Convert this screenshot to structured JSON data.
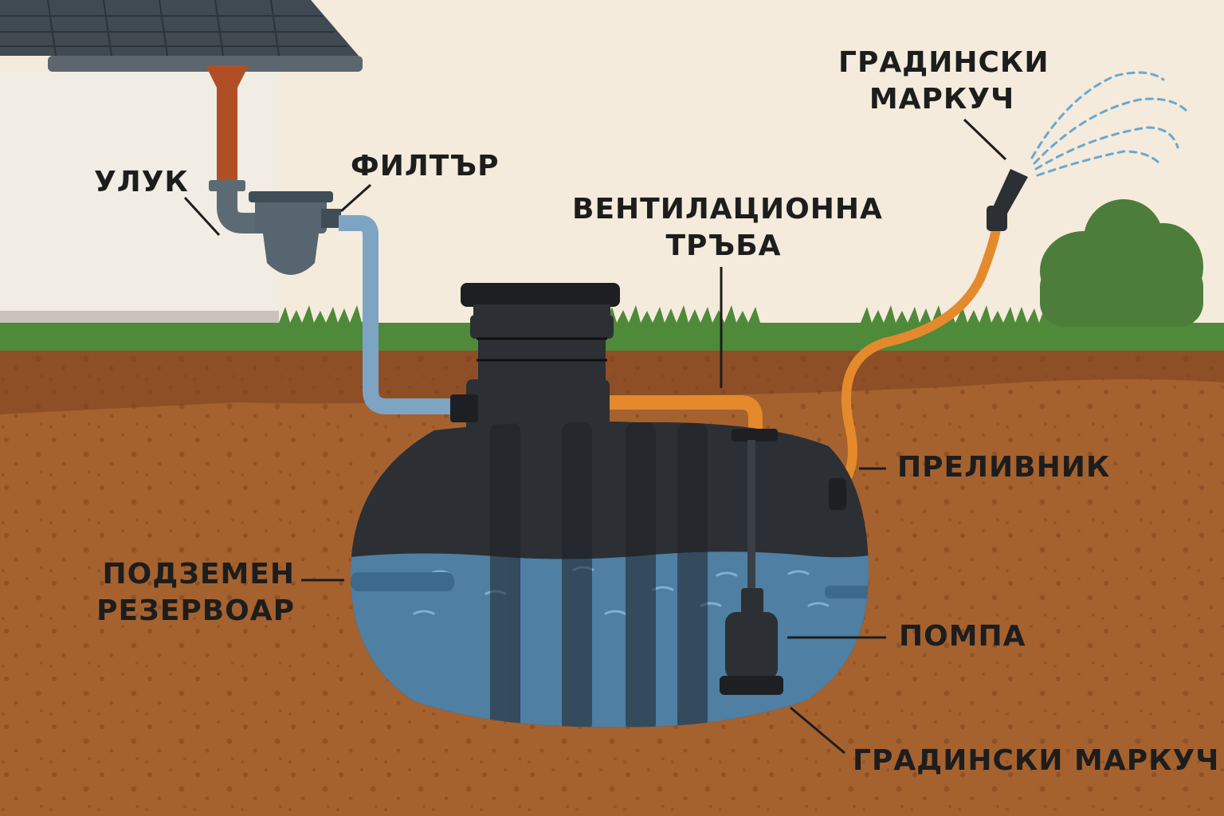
{
  "labels": {
    "gutter": "УЛУК",
    "filter": "ФИЛТЪР",
    "vent_line1": "ВЕНТИЛАЦИОННА",
    "vent_line2": "ТРЪБА",
    "hose_top_line1": "ГРАДИНСКИ",
    "hose_top_line2": "МАРКУЧ",
    "overflow": "ПРЕЛИВНИК",
    "tank_line1": "ПОДЗЕМЕН",
    "tank_line2": "РЕЗЕРВОАР",
    "pump": "ПОМПА",
    "hose_bottom": "ГРАДИНСКИ МАРКУЧ"
  },
  "colors": {
    "sky": "#f4ebdc",
    "wall": "#f1ece4",
    "grass": "#4f8a3a",
    "soil": "#a5622f",
    "soil_top": "#8e4f26",
    "tank": "#2c2f33",
    "water": "#4f7fa3",
    "inlet_pipe": "#7ea4c4",
    "vent_pipe": "#e48a2c",
    "hose": "#e48a2c",
    "downpipe": "#b04f26",
    "label_text": "#1d1d1d"
  }
}
